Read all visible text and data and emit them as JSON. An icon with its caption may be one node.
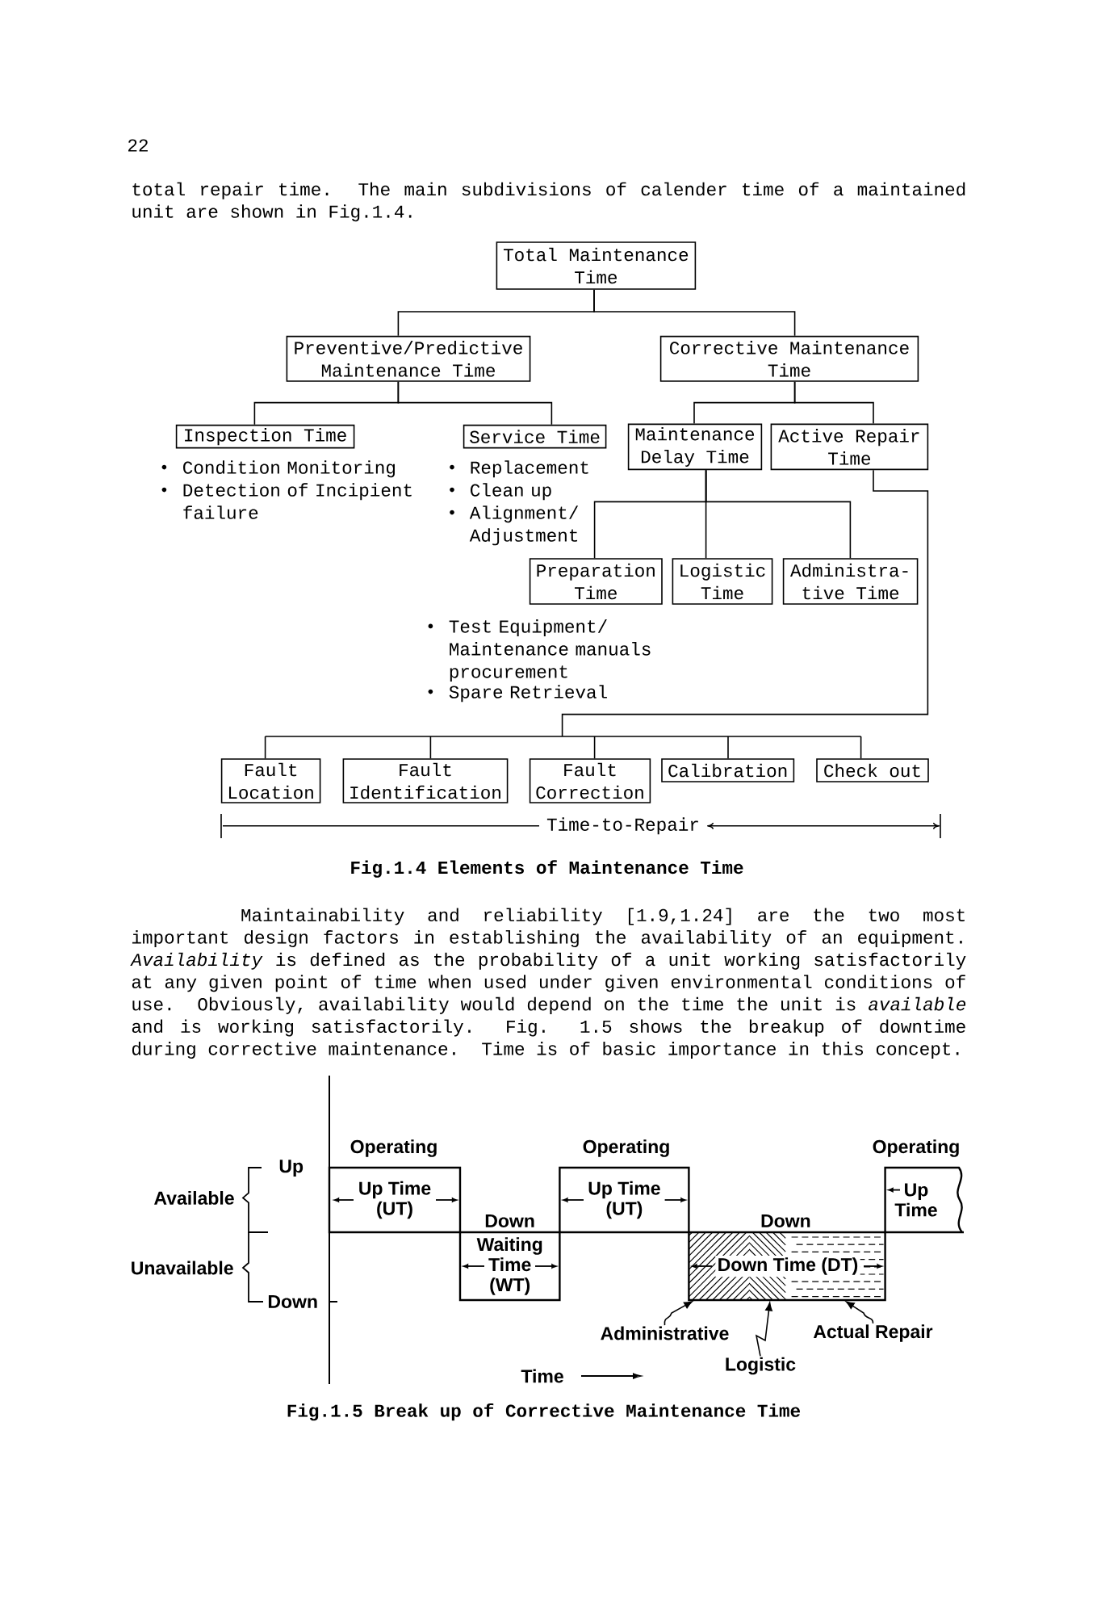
{
  "diagram": {
    "nodes": [
      {
        "text": [
          "Total Maintenance Time"
        ]
      },
      {
        "text": [
          "Preventive/Predictive Maintenance Time"
        ]
      },
      {
        "text": [
          "Corrective Maintenance Time"
        ]
      },
      {
        "text": [
          "Inspection Time"
        ],
        "beside": [
          "Condition Monitoring",
          "Detection of Incipient failure"
        ]
      },
      {
        "text": [
          "Service Time"
        ],
        "beside": [
          "Replacement",
          "Clean up",
          "Alignment/ Adjustment"
        ]
      },
      {
        "text": [
          "Maintenance Delay Time"
        ]
      },
      {
        "text": [
          "Active Repair Time"
        ]
      },
      {
        "text": [
          "Preparation Time"
        ],
        "beside": [
          "Test Equipment/ Maintenance manuals procurement",
          "Spare Retrieval"
        ]
      },
      {
        "text": [
          "Logistic Time"
        ]
      },
      {
        "text": [
          "Administra- tive Time"
        ]
      },
      {
        "text": [
          "Fault Location"
        ]
      },
      {
        "text": [
          "Fault Identification"
        ]
      },
      {
        "text": [
          "Fault Correction"
        ]
      },
      {
        "text": [
          "Calibration"
        ]
      },
      {
        "text": [
          "Check out"
        ]
      },
      {
        "text": [
          "Up Time (UT)"
        ],
        "beside": [
          "Operating"
        ]
      },
      {
        "text": [
          "Waiting Time (WT)"
        ],
        "beside": [
          "Down"
        ]
      },
      {
        "text": [
          "Up Time (UT)"
        ],
        "beside": [
          "Operating"
        ]
      },
      {
        "text": [
          "Down Time (DT)"
        ],
        "beside": [
          "Down"
        ]
      },
      {
        "text": [],
        "shape": "box",
        "in": 18
      },
      {
        "text": [],
        "shape": "box",
        "in": 18
      },
      {
        "text": [],
        "shape": "box",
        "in": 18
      },
      {
        "text": [
          "Up Time"
        ],
        "beside": [
          "Operating"
        ]
      },
      {
        "text": [
          "Administrative"
        ]
      },
      {
        "text": [
          "Actual Repair"
        ]
      },
      {
        "text": [
          "Logistic"
        ]
      }
    ],
    "edges": [
      {
        "from": 0,
        "to": 1,
        "arrow": "none"
      },
      {
        "from": 0,
        "to": 2,
        "arrow": "none"
      },
      {
        "from": 1,
        "to": 3,
        "arrow": "none"
      },
      {
        "from": 1,
        "to": 4,
        "arrow": "none"
      },
      {
        "from": 2,
        "to": 5,
        "arrow": "none"
      },
      {
        "from": 2,
        "to": 6,
        "arrow": "none"
      },
      {
        "from": 5,
        "to": 7,
        "arrow": "none"
      },
      {
        "from": 5,
        "to": 8,
        "arrow": "none"
      },
      {
        "from": 5,
        "to": 9,
        "arrow": "none"
      },
      {
        "from": 6,
        "to": 10,
        "arrow": "none"
      },
      {
        "from": 6,
        "to": 11,
        "arrow": "none"
      },
      {
        "from": 6,
        "to": 12,
        "arrow": "none"
      },
      {
        "from": 6,
        "to": 13,
        "arrow": "none"
      },
      {
        "from": 6,
        "to": 14,
        "arrow": "none"
      },
      {
        "from": 23,
        "to": 19,
        "arrow": "to"
      },
      {
        "from": 24,
        "to": 21,
        "arrow": "to"
      },
      {
        "from": 25,
        "to": 20,
        "arrow": "to"
      }
    ],
    "labels": [
      "22",
      "total repair time. The main subdivisions of calender time of a maintained unit are shown in Fig.1.4.",
      "Time-to-Repair",
      "Fig.1.4 Elements of Maintenance Time",
      "Maintainability and reliability [1.9,1.24] are the two most important design factors in establishing the availability of an equipment. *Availability* is defined as the probability of a unit working satisfactorily at any given point of time when used under given environmental conditions of use. Obviously, availability would depend on the time the unit is *available* and is working satisfactorily. Fig. 1.5 shows the breakup of downtime during corrective maintenance. Time is of basic importance in this concept.",
      "Up",
      "Available",
      "Unavailable",
      "Down",
      "Time",
      "Fig.1.5 Break up of Corrective Maintenance Time"
    ]
  }
}
